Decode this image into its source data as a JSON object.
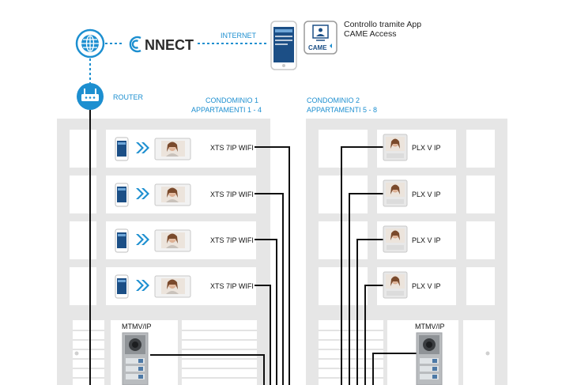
{
  "header": {
    "connect_prefix": "C",
    "connect_word": "NNECT",
    "internet_label": "INTERNET",
    "app_caption_line1": "Controllo tramite App",
    "app_caption_line2": "CAME Access",
    "app_badge": "CAME",
    "router_label": "ROUTER"
  },
  "building1": {
    "title_line1": "CONDOMINIO 1",
    "title_line2": "APPARTAMENTI 1 - 4",
    "floors": [
      {
        "label": "XTS 7IP WIFI"
      },
      {
        "label": "XTS 7IP WIFI"
      },
      {
        "label": "XTS 7IP WIFI"
      },
      {
        "label": "XTS 7IP WIFI"
      }
    ],
    "entry_panel_label": "MTMV/IP"
  },
  "building2": {
    "title_line1": "CONDOMINIO 2",
    "title_line2": "APPARTAMENTI 5 - 8",
    "floors": [
      {
        "label": "PLX V IP"
      },
      {
        "label": "PLX V IP"
      },
      {
        "label": "PLX V IP"
      },
      {
        "label": "PLX V IP"
      }
    ],
    "entry_panel_label": "MTMV/IP"
  },
  "colors": {
    "accent": "#1d8fd0",
    "wire": "#111111",
    "building": "#e6e6e6",
    "window": "#ffffff"
  }
}
